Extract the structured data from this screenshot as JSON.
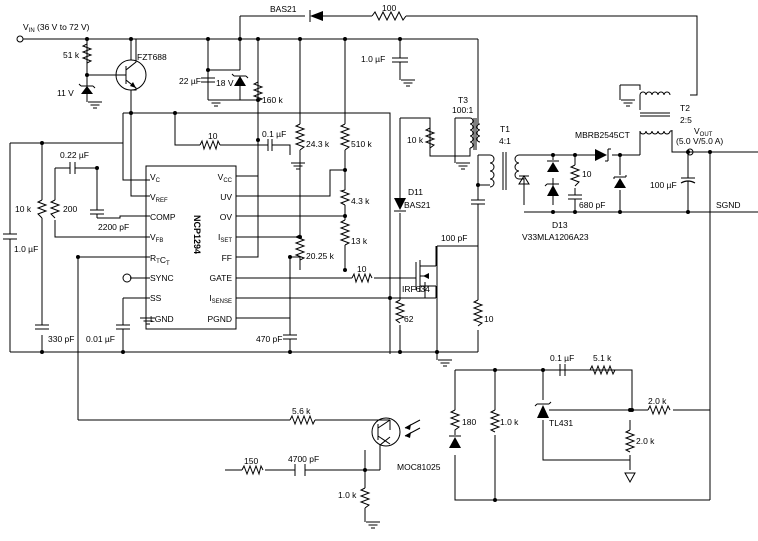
{
  "input": {
    "label": "V",
    "sub": "IN",
    "range": " (36 V to 72 V)"
  },
  "output": {
    "label": "V",
    "sub": "OUT",
    "rating": "(5.0 V/5.0 A)"
  },
  "sgnd": "SGND",
  "controller": {
    "name": "NCP1294",
    "pins_left": [
      {
        "m": "V",
        "s": "C"
      },
      {
        "m": "V",
        "s": "REF"
      },
      {
        "m": "COMP",
        "s": ""
      },
      {
        "m": "V",
        "s": "FB"
      },
      {
        "m": "R",
        "s": "T",
        "m2": "C",
        "s2": "T"
      },
      {
        "m": "SYNC",
        "s": ""
      },
      {
        "m": "SS",
        "s": ""
      },
      {
        "m": "LGND",
        "s": ""
      }
    ],
    "pins_right": [
      {
        "m": "V",
        "s": "CC"
      },
      {
        "m": "UV",
        "s": ""
      },
      {
        "m": "OV",
        "s": ""
      },
      {
        "m": "I",
        "s": "SET"
      },
      {
        "m": "FF",
        "s": ""
      },
      {
        "m": "GATE",
        "s": ""
      },
      {
        "m": "I",
        "s": "SENSE"
      },
      {
        "m": "PGND",
        "s": ""
      }
    ]
  },
  "parts": {
    "bas21_top": "BAS21",
    "r100_top": "100",
    "r51k": "51 k",
    "q_fzt": "FZT688",
    "z11v": "11 V",
    "c22uf": "22 µF",
    "z18v": "18 V",
    "r160k": "160 k",
    "c1uf_top": "1.0 µF",
    "r10_vref": "10",
    "c01uf": "0.1 µF",
    "r24k3": "24.3 k",
    "r510k": "510 k",
    "r4k3": "4.3 k",
    "r13k": "13 k",
    "r20k25": "20.25 k",
    "c022uf": "0.22 µF",
    "r200": "200",
    "r10k_left": "10 k",
    "c2200pf": "2200 pF",
    "c1uf_left": "1.0 µF",
    "c330pf": "330 pF",
    "c001uf": "0.01 µF",
    "c470pf": "470 pF",
    "t3": "T3",
    "t3_ratio": "100:1",
    "r10k_t3": "10 k",
    "t1": "T1",
    "t1_ratio": "4:1",
    "d11": "D11",
    "d11_part": "BAS21",
    "c100pf": "100 pF",
    "r10_gate": "10",
    "mosfet": "IRF634",
    "r62": "62",
    "r10_snub": "10",
    "t2": "T2",
    "t2_ratio": "2:5",
    "schottky": "MBRB2545CT",
    "r10_rc": "10",
    "c680pf": "680 pF",
    "d13": "D13",
    "d13_part": "V33MLA1206A23",
    "c100uf": "100 µF",
    "c01uf_fb": "0.1 µF",
    "r5k1": "5.1 k",
    "r2k_top": "2.0 k",
    "r2k_bot": "2.0 k",
    "tl431": "TL431",
    "r180": "180",
    "r1k_fb": "1.0 k",
    "opto": "MOC81025",
    "r5k6": "5.6 k",
    "r150": "150",
    "c4700pf": "4700 pF",
    "r1k_bot": "1.0 k"
  }
}
